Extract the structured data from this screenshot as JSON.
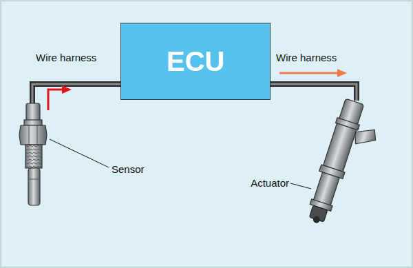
{
  "diagram": {
    "nodes": [
      {
        "text": [
          "ECU"
        ]
      }
    ],
    "labels": [
      "Wire harness",
      "Wire harness",
      "Sensor",
      "Actuator"
    ]
  }
}
